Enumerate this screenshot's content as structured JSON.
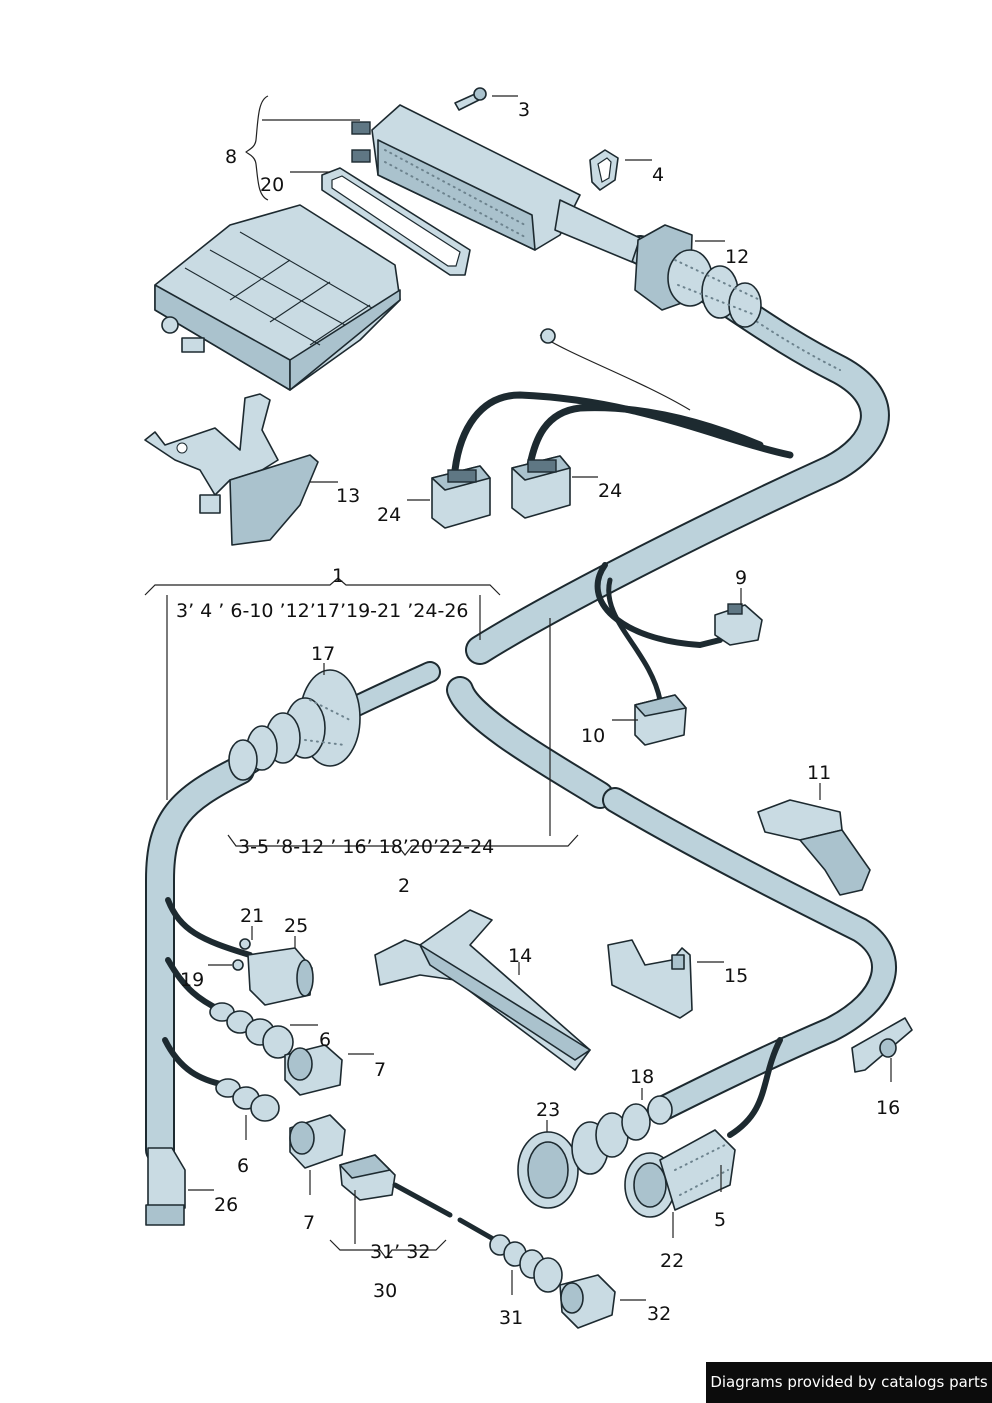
{
  "callouts": {
    "c1": "1",
    "c2": "2",
    "c3": "3",
    "c4": "4",
    "c5": "5",
    "c6a": "6",
    "c6b": "6",
    "c7a": "7",
    "c7b": "7",
    "c8": "8",
    "c9": "9",
    "c10": "10",
    "c11": "11",
    "c12": "12",
    "c13": "13",
    "c14": "14",
    "c15": "15",
    "c16": "16",
    "c17": "17",
    "c18": "18",
    "c19": "19",
    "c20a": "20",
    "c21": "21",
    "c22": "22",
    "c23": "23",
    "c24a": "24",
    "c24b": "24",
    "c25": "25",
    "c26": "26",
    "c30": "30",
    "c31": "31",
    "c32": "32"
  },
  "groups": {
    "group1": "3’ 4 ’ 6-10  ’12’17’19-21  ’24-26",
    "group2": "3-5  ’8-12 ’ 16’ 18’20’22-24",
    "group30": "31’ 32"
  },
  "footer": {
    "text": "Diagrams provided by catalogs parts"
  }
}
